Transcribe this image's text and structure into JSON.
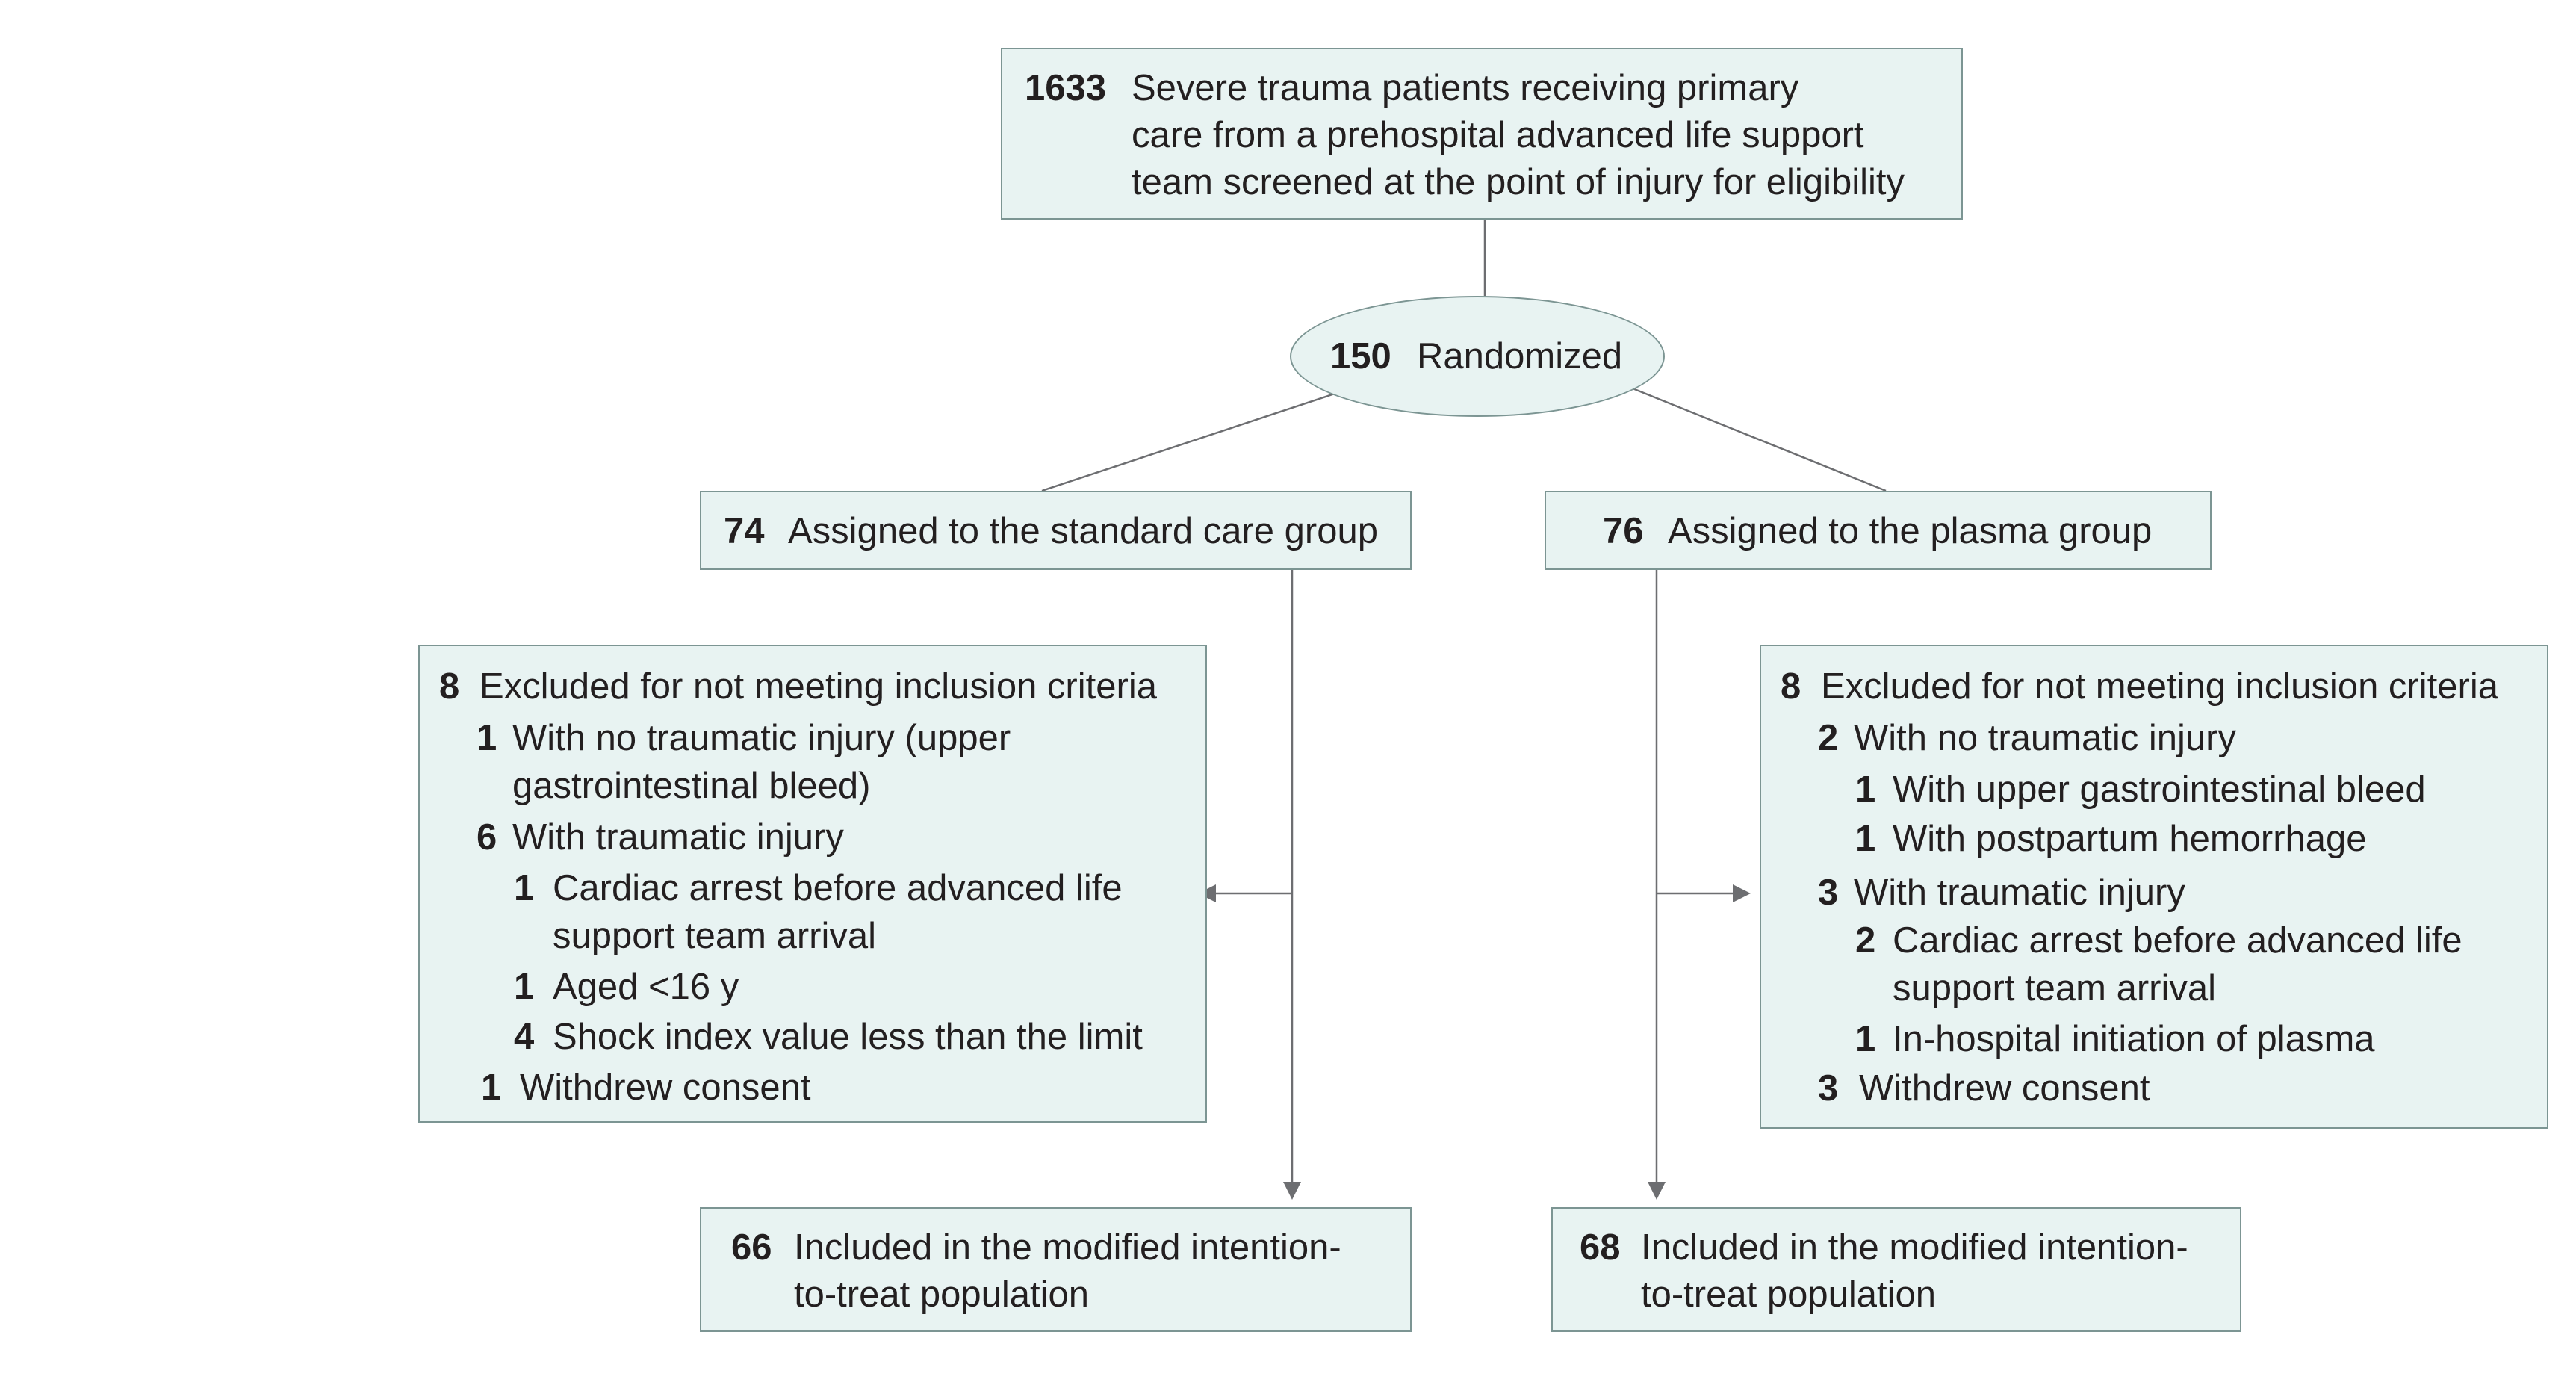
{
  "screening": {
    "count": "1633",
    "lines": [
      "Severe trauma patients receiving primary",
      "care from a prehospital advanced life support",
      "team screened at the point of injury for eligibility"
    ]
  },
  "randomized": {
    "count": "150",
    "label": "Randomized"
  },
  "standard_arm": {
    "assigned": {
      "count": "74",
      "label": "Assigned to the standard care group"
    },
    "excluded": {
      "count": "8",
      "label": "Excluded for not meeting inclusion criteria",
      "no_injury": {
        "count": "1",
        "lines": [
          "With no traumatic injury (upper",
          "gastrointestinal bleed)"
        ]
      },
      "injury": {
        "count": "6",
        "label": "With traumatic injury",
        "items": [
          {
            "count": "1",
            "lines": [
              "Cardiac arrest before advanced life",
              "support team arrival"
            ]
          },
          {
            "count": "1",
            "lines": [
              "Aged <16 y"
            ]
          },
          {
            "count": "4",
            "lines": [
              "Shock index value less than the limit"
            ]
          }
        ]
      },
      "withdrew": {
        "count": "1",
        "label": "Withdrew consent"
      }
    },
    "included": {
      "count": "66",
      "lines": [
        "Included in the modified intention-",
        "to-treat population"
      ]
    }
  },
  "plasma_arm": {
    "assigned": {
      "count": "76",
      "label": "Assigned to the plasma group"
    },
    "excluded": {
      "count": "8",
      "label": "Excluded for not meeting inclusion criteria",
      "no_injury": {
        "count": "2",
        "label": "With no traumatic injury",
        "items": [
          {
            "count": "1",
            "label": "With upper gastrointestinal bleed"
          },
          {
            "count": "1",
            "label": "With postpartum hemorrhage"
          }
        ]
      },
      "injury": {
        "count": "3",
        "label": "With traumatic injury",
        "items": [
          {
            "count": "2",
            "lines": [
              "Cardiac arrest before advanced life",
              "support team arrival"
            ]
          },
          {
            "count": "1",
            "lines": [
              "In-hospital initiation of plasma"
            ]
          }
        ]
      },
      "withdrew": {
        "count": "3",
        "label": "Withdrew consent"
      }
    },
    "included": {
      "count": "68",
      "lines": [
        "Included in the modified intention-",
        "to-treat population"
      ]
    }
  },
  "colors": {
    "box_fill": "#e8f3f2",
    "box_border": "#7c9593",
    "connector": "#6d6e71",
    "text": "#231f20"
  }
}
